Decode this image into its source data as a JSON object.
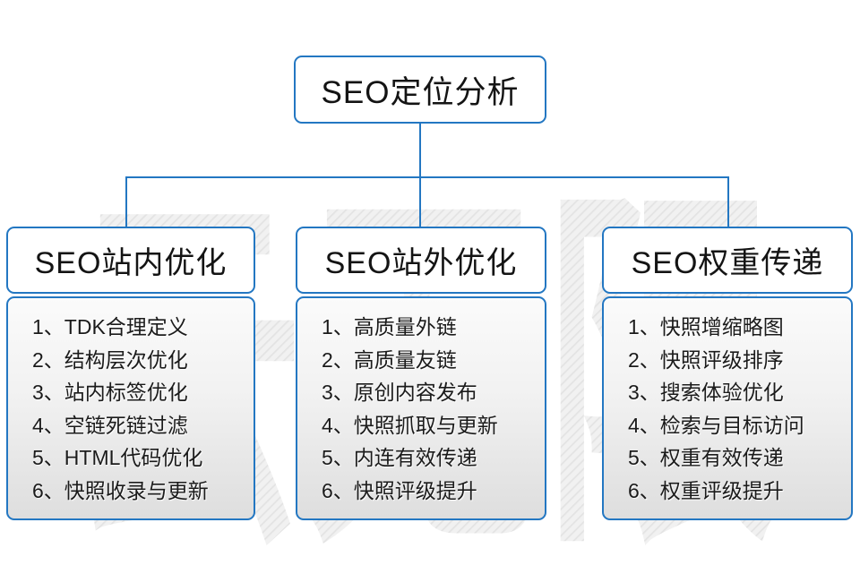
{
  "watermark": {
    "text": "云无限"
  },
  "root": {
    "title": "SEO定位分析"
  },
  "columns": [
    {
      "title": "SEO站内优化",
      "items": [
        "1、TDK合理定义",
        "2、结构层次优化",
        "3、站内标签优化",
        "4、空链死链过滤",
        "5、HTML代码优化",
        "6、快照收录与更新"
      ]
    },
    {
      "title": "SEO站外优化",
      "items": [
        "1、高质量外链",
        "2、高质量友链",
        "3、原创内容发布",
        "4、快照抓取与更新",
        "5、内连有效传递",
        "6、快照评级提升"
      ]
    },
    {
      "title": "SEO权重传递",
      "items": [
        "1、快照增缩略图",
        "2、快照评级排序",
        "3、搜索体验优化",
        "4、检索与目标访问",
        "5、权重有效传递",
        "6、权重评级提升"
      ]
    }
  ],
  "colors": {
    "accent": "#2377c2",
    "text": "#1b1b1b",
    "watermark_light": "#f2f2f2",
    "watermark_dark": "#e4e4e4"
  }
}
